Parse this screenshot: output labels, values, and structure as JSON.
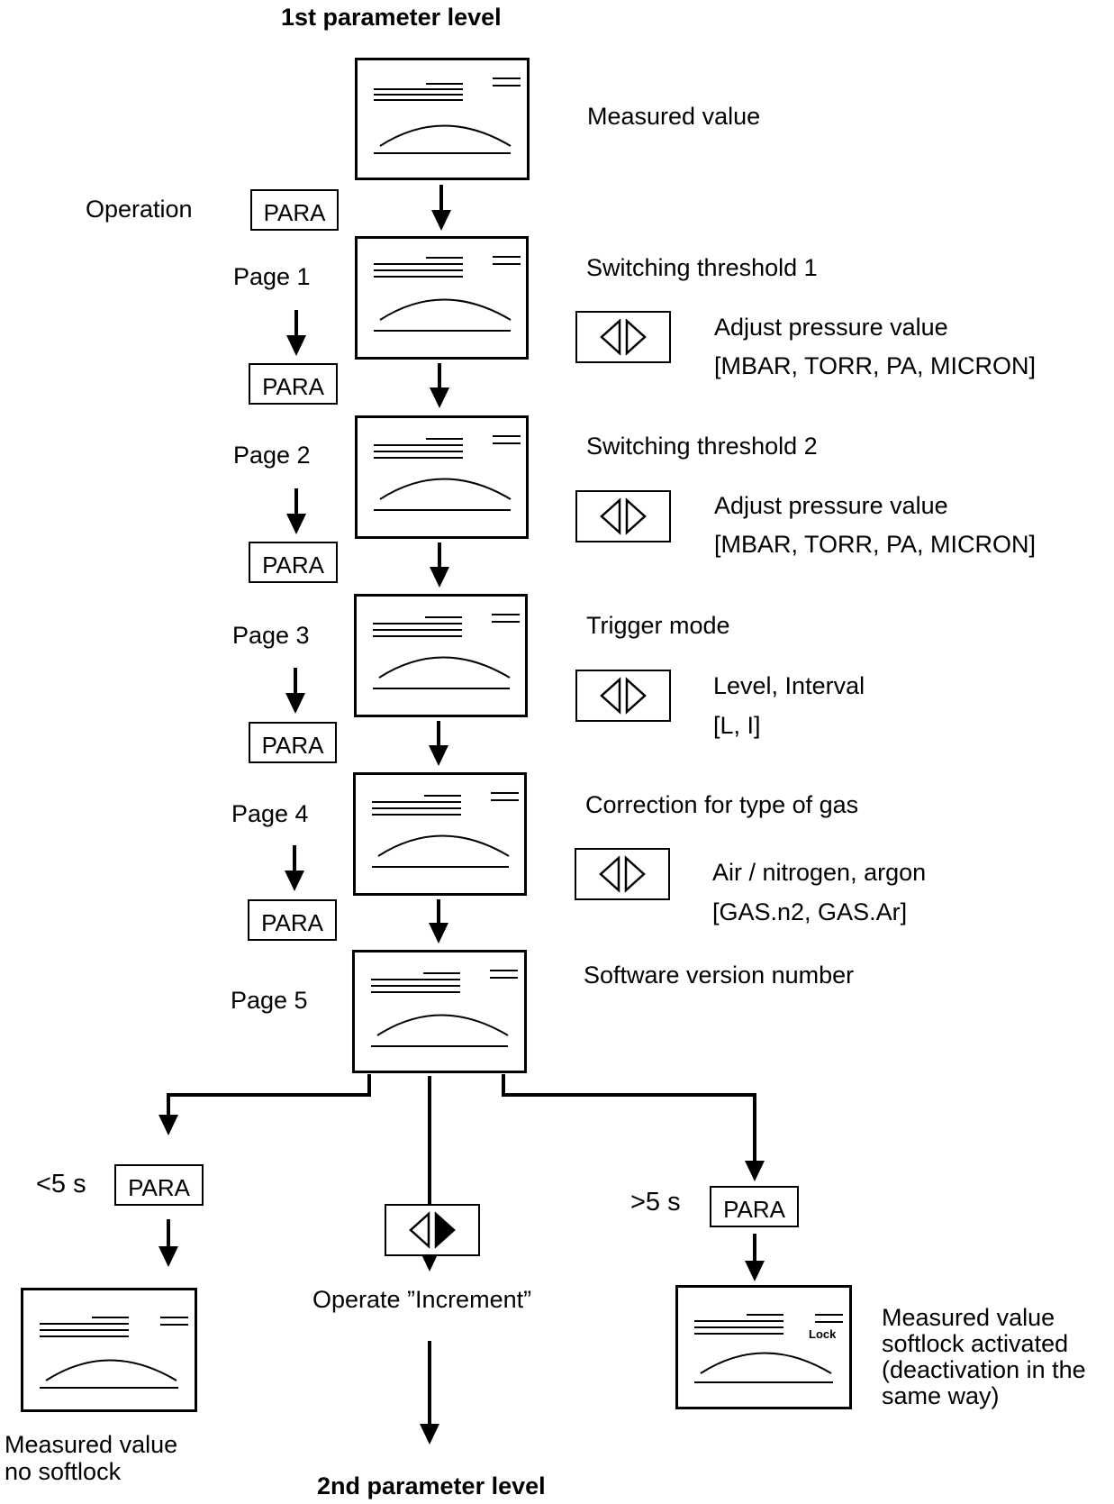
{
  "titles": {
    "top": "1st parameter level",
    "bottom": "2nd parameter level"
  },
  "left_labels": {
    "operation": "Operation",
    "page1": "Page 1",
    "page2": "Page 2",
    "page3": "Page 3",
    "page4": "Page 4",
    "page5": "Page 5"
  },
  "para_key": "PARA",
  "right": {
    "measured_value": "Measured value",
    "threshold1": "Switching threshold 1",
    "threshold2": "Switching threshold 2",
    "adjust_pressure": "Adjust pressure value",
    "pressure_units": "[MBAR, TORR, PA, MICRON]",
    "trigger_mode": "Trigger mode",
    "trigger_values": "Level, Interval",
    "trigger_codes": "[L, I]",
    "gas_correction": "Correction for type of gas",
    "gas_values": "Air / nitrogen, argon",
    "gas_codes": "[GAS.n2, GAS.Ar]",
    "software_version": "Software version number"
  },
  "branches": {
    "short_press": "<5 s",
    "long_press": ">5 s",
    "increment": "Operate ”Increment”",
    "no_softlock_line1": "Measured value",
    "no_softlock_line2": "no softlock",
    "softlock_line1": "Measured value",
    "softlock_line2": "softlock activated",
    "softlock_line3": "(deactivation in the",
    "softlock_line4": "same way)",
    "lock_label": "Lock"
  },
  "icons": {
    "screen": "display-screen-icon",
    "adjust": "left-right-triangle-keys-icon",
    "increment": "increment-key-icon"
  }
}
